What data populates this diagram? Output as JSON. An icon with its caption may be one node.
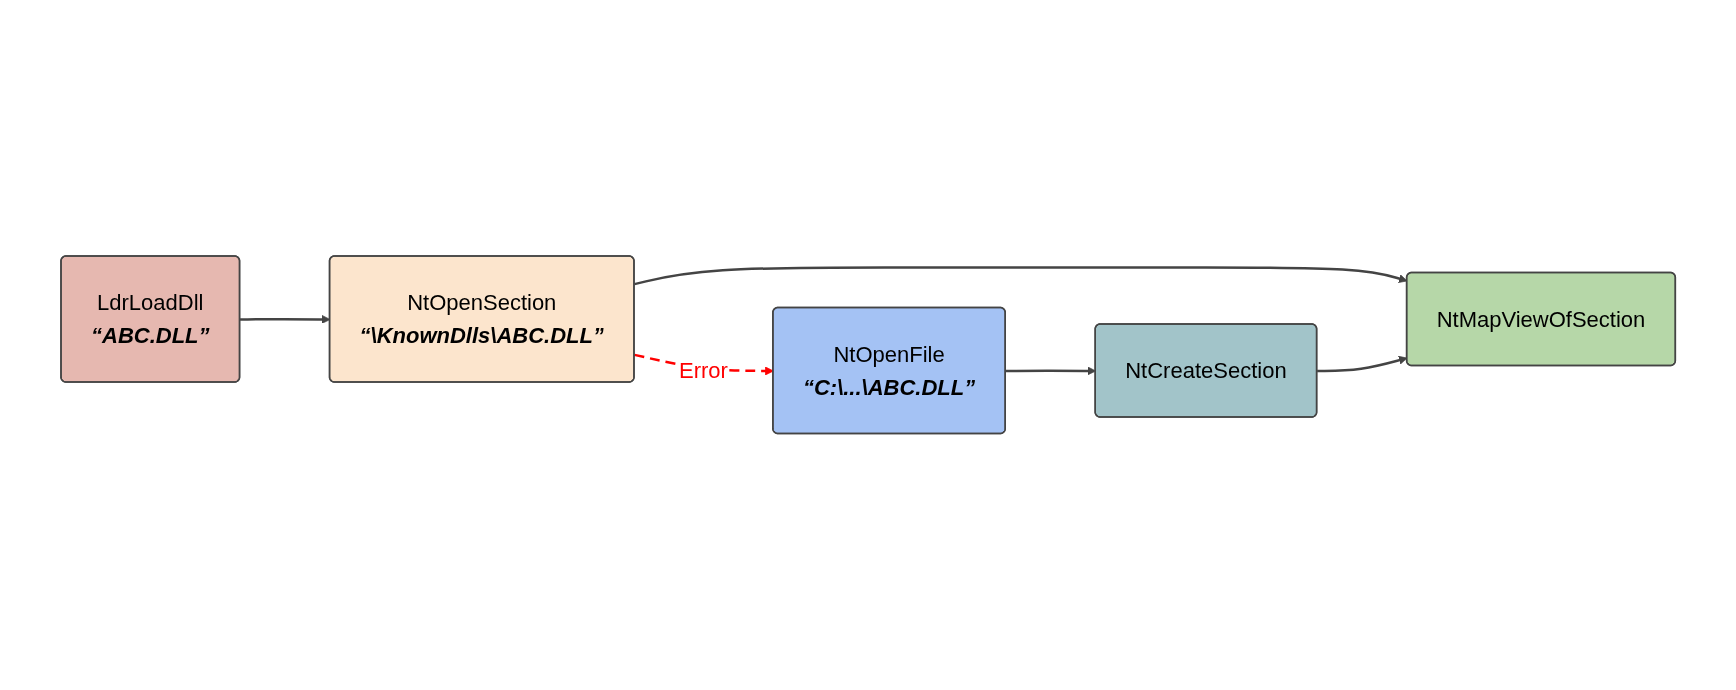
{
  "diagram": {
    "nodes": [
      {
        "text": [
          "LdrLoadDll",
          "“ABC.DLL”"
        ]
      },
      {
        "text": [
          "NtOpenSection",
          "“\\KnownDlls\\ABC.DLL”"
        ]
      },
      {
        "text": [
          "NtMapViewOfSection"
        ]
      },
      {
        "text": [
          "NtOpenFile",
          "“C:\\...\\ABC.DLL”"
        ]
      },
      {
        "text": [
          "NtCreateSection"
        ]
      }
    ],
    "edges": [
      {
        "from": 0,
        "to": 1,
        "arrow": "to"
      },
      {
        "from": 1,
        "to": 2,
        "arrow": "to"
      },
      {
        "from": 1,
        "to": 3,
        "arrow": "to",
        "label": "Error",
        "style": "dashed",
        "color": "#ff0000"
      },
      {
        "from": 3,
        "to": 4,
        "arrow": "to"
      },
      {
        "from": 4,
        "to": 2,
        "arrow": "to"
      }
    ]
  }
}
